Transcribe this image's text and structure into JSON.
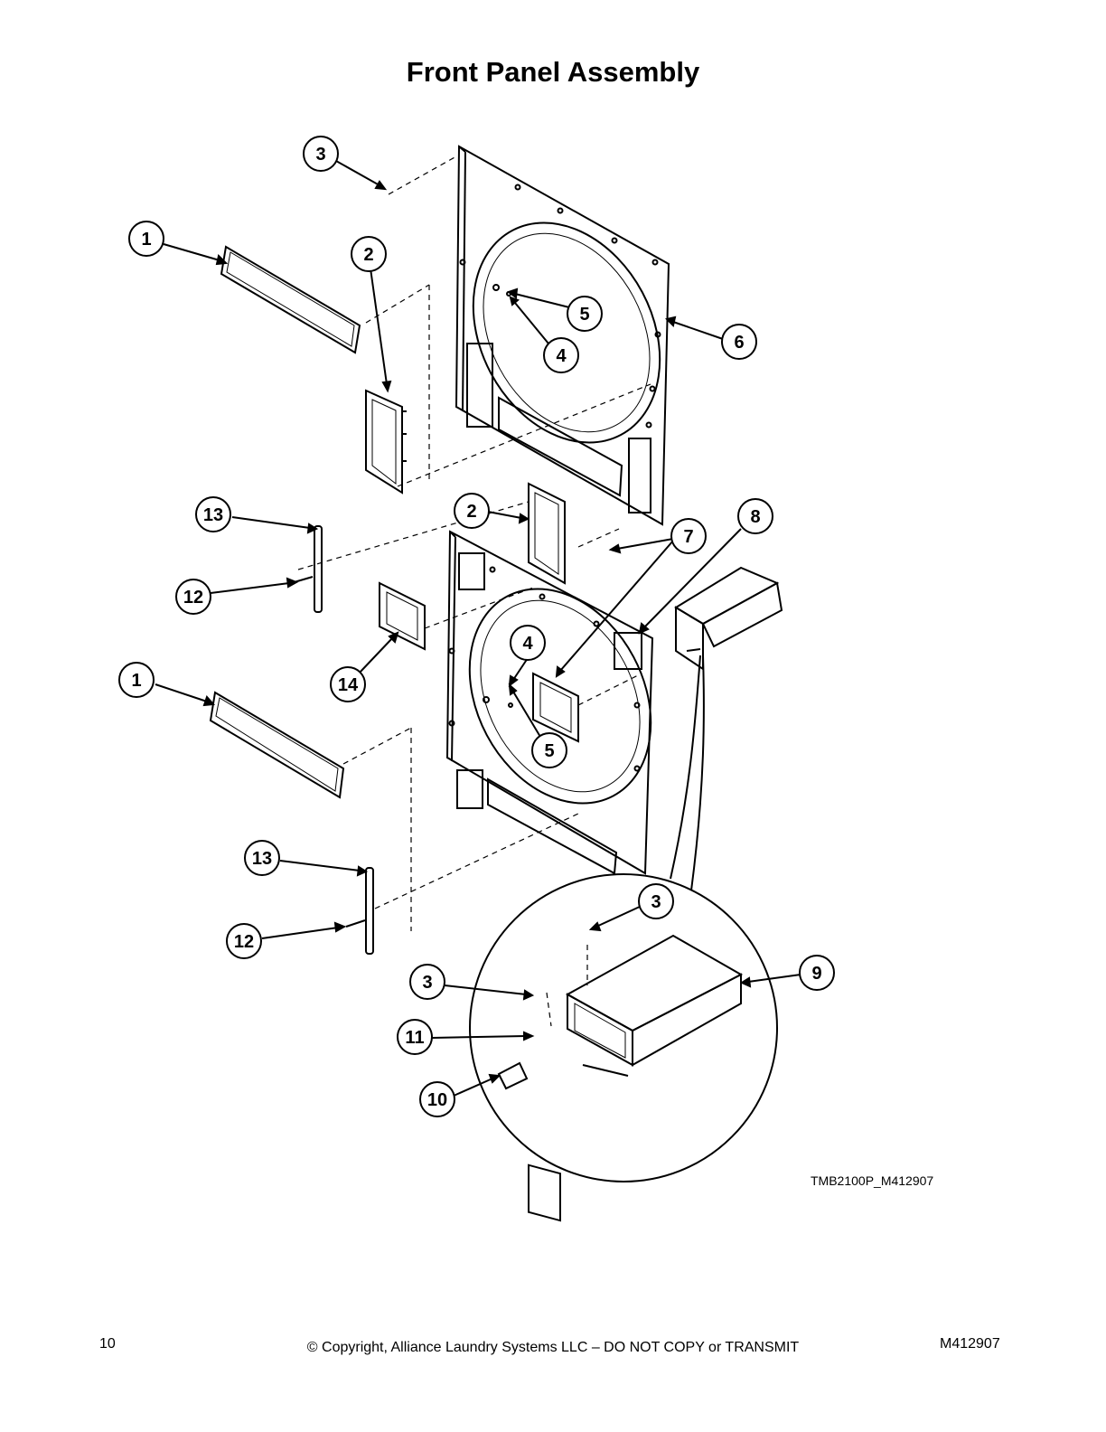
{
  "title": "Front Panel Assembly",
  "figure_id": "TMB2100P_M412907",
  "footer": {
    "page_number": "10",
    "copyright": "© Copyright, Alliance Laundry Systems LLC – DO NOT COPY or TRANSMIT",
    "doc_number": "M412907"
  },
  "callouts": [
    "3",
    "1",
    "2",
    "5",
    "6",
    "4",
    "13",
    "2",
    "8",
    "7",
    "12",
    "4",
    "1",
    "14",
    "5",
    "13",
    "3",
    "9",
    "12",
    "3",
    "11",
    "10"
  ]
}
